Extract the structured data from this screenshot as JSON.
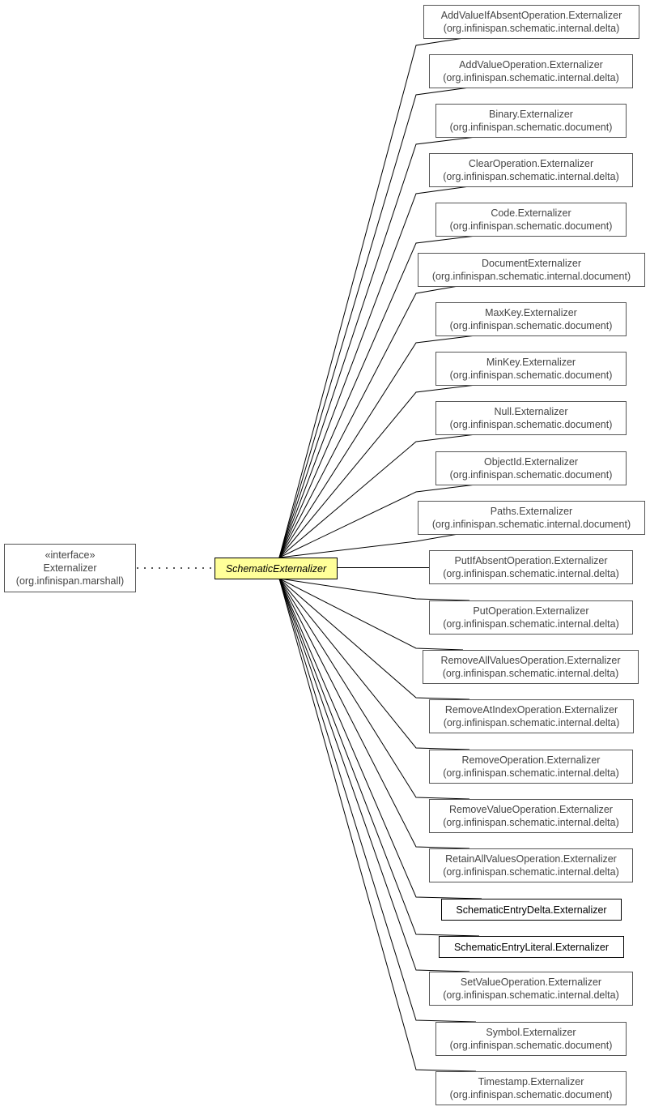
{
  "diagram": {
    "colors": {
      "box_stroke": "#555555",
      "box_stroke_dark": "#000000",
      "box_fill": "#ffffff",
      "center_fill": "#ffff99",
      "edge": "#000000",
      "dotted_edge": "#555555"
    },
    "interface": {
      "stereotype": "«interface»",
      "name": "Externalizer",
      "package": "(org.infinispan.marshall)"
    },
    "center": {
      "name": "SchematicExternalizer"
    },
    "subclasses": [
      {
        "name": "AddValueIfAbsentOperation.Externalizer",
        "package": "(org.infinispan.schematic.internal.delta)"
      },
      {
        "name": "AddValueOperation.Externalizer",
        "package": "(org.infinispan.schematic.internal.delta)"
      },
      {
        "name": "Binary.Externalizer",
        "package": "(org.infinispan.schematic.document)"
      },
      {
        "name": "ClearOperation.Externalizer",
        "package": "(org.infinispan.schematic.internal.delta)"
      },
      {
        "name": "Code.Externalizer",
        "package": "(org.infinispan.schematic.document)"
      },
      {
        "name": "DocumentExternalizer",
        "package": "(org.infinispan.schematic.internal.document)"
      },
      {
        "name": "MaxKey.Externalizer",
        "package": "(org.infinispan.schematic.document)"
      },
      {
        "name": "MinKey.Externalizer",
        "package": "(org.infinispan.schematic.document)"
      },
      {
        "name": "Null.Externalizer",
        "package": "(org.infinispan.schematic.document)"
      },
      {
        "name": "ObjectId.Externalizer",
        "package": "(org.infinispan.schematic.document)"
      },
      {
        "name": "Paths.Externalizer",
        "package": "(org.infinispan.schematic.internal.document)"
      },
      {
        "name": "PutIfAbsentOperation.Externalizer",
        "package": "(org.infinispan.schematic.internal.delta)"
      },
      {
        "name": "PutOperation.Externalizer",
        "package": "(org.infinispan.schematic.internal.delta)"
      },
      {
        "name": "RemoveAllValuesOperation.Externalizer",
        "package": "(org.infinispan.schematic.internal.delta)"
      },
      {
        "name": "RemoveAtIndexOperation.Externalizer",
        "package": "(org.infinispan.schematic.internal.delta)"
      },
      {
        "name": "RemoveOperation.Externalizer",
        "package": "(org.infinispan.schematic.internal.delta)"
      },
      {
        "name": "RemoveValueOperation.Externalizer",
        "package": "(org.infinispan.schematic.internal.delta)"
      },
      {
        "name": "RetainAllValuesOperation.Externalizer",
        "package": "(org.infinispan.schematic.internal.delta)"
      },
      {
        "name": "SchematicEntryDelta.Externalizer",
        "package": ""
      },
      {
        "name": "SchematicEntryLiteral.Externalizer",
        "package": ""
      },
      {
        "name": "SetValueOperation.Externalizer",
        "package": "(org.infinispan.schematic.internal.delta)"
      },
      {
        "name": "Symbol.Externalizer",
        "package": "(org.infinispan.schematic.document)"
      },
      {
        "name": "Timestamp.Externalizer",
        "package": "(org.infinispan.schematic.document)"
      }
    ]
  }
}
